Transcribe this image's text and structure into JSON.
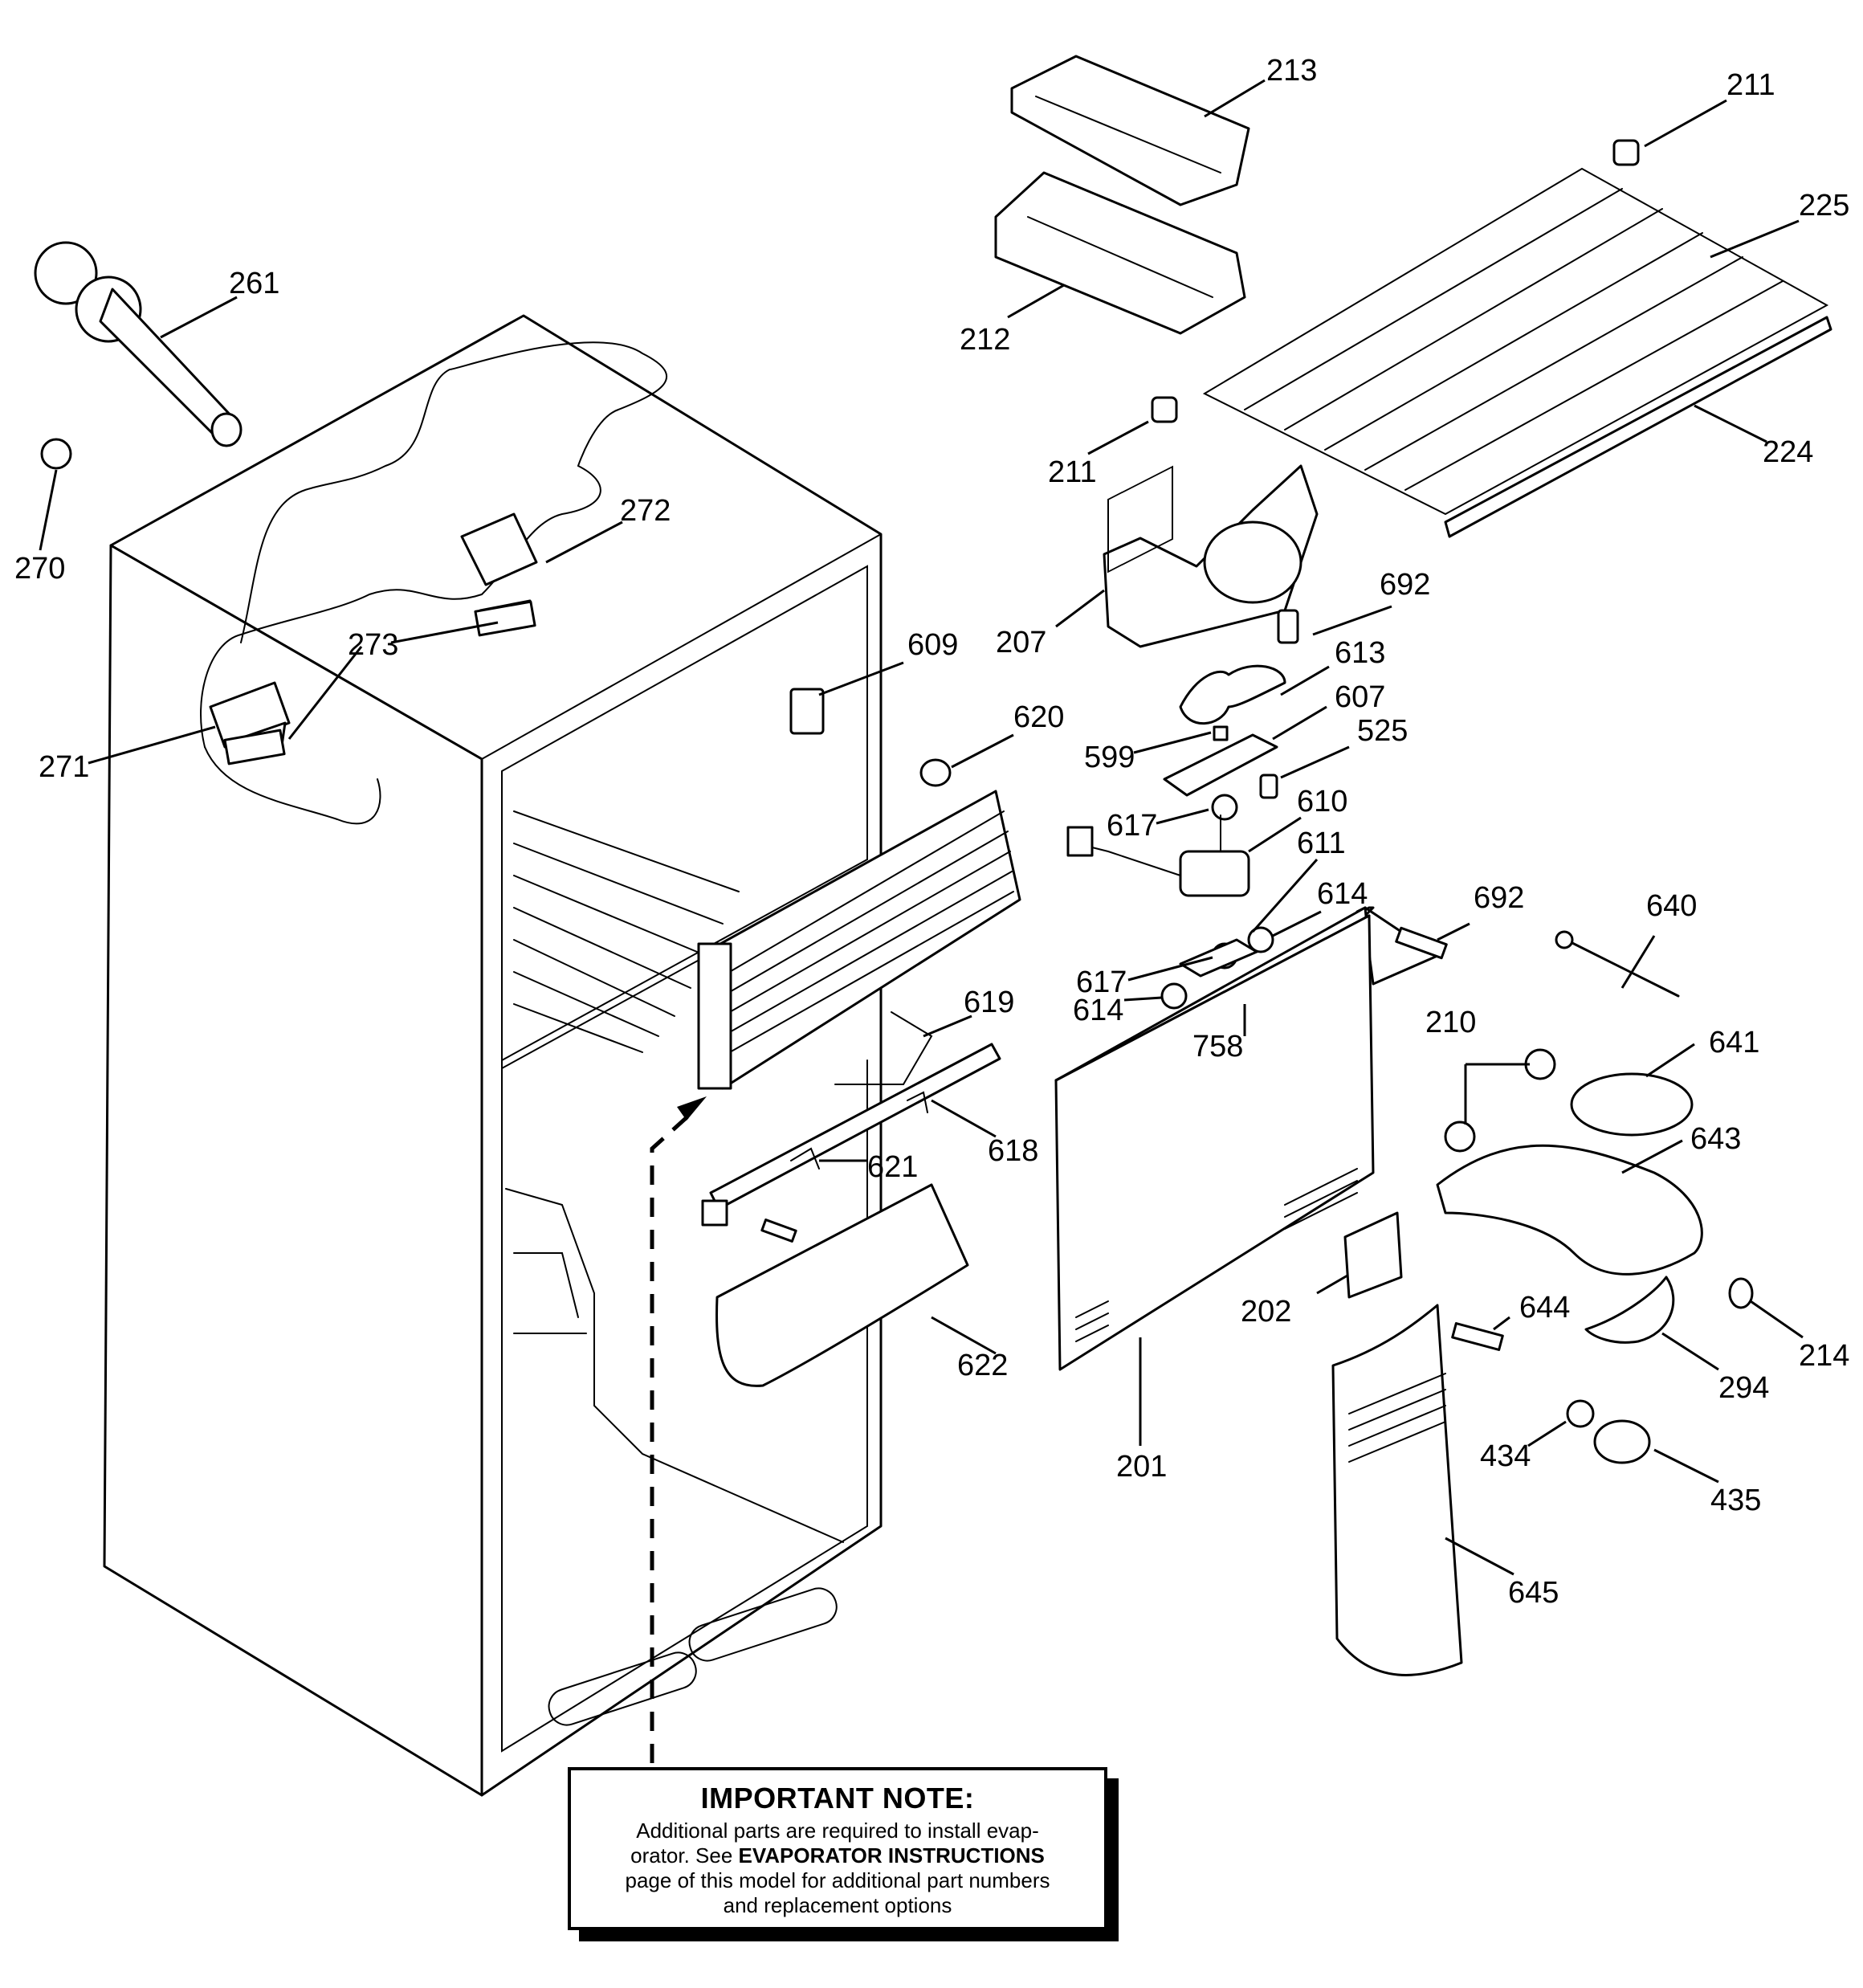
{
  "callouts": [
    {
      "id": "c213",
      "label": "213"
    },
    {
      "id": "c211a",
      "label": "211"
    },
    {
      "id": "c225",
      "label": "225"
    },
    {
      "id": "c212",
      "label": "212"
    },
    {
      "id": "c261",
      "label": "261"
    },
    {
      "id": "c211b",
      "label": "211"
    },
    {
      "id": "c224",
      "label": "224"
    },
    {
      "id": "c270",
      "label": "270"
    },
    {
      "id": "c272",
      "label": "272"
    },
    {
      "id": "c273",
      "label": "273"
    },
    {
      "id": "c271",
      "label": "271"
    },
    {
      "id": "c207",
      "label": "207"
    },
    {
      "id": "c692a",
      "label": "692"
    },
    {
      "id": "c609",
      "label": "609"
    },
    {
      "id": "c613",
      "label": "613"
    },
    {
      "id": "c607",
      "label": "607"
    },
    {
      "id": "c620",
      "label": "620"
    },
    {
      "id": "c599",
      "label": "599"
    },
    {
      "id": "c525",
      "label": "525"
    },
    {
      "id": "c617a",
      "label": "617"
    },
    {
      "id": "c610",
      "label": "610"
    },
    {
      "id": "c611",
      "label": "611"
    },
    {
      "id": "c614a",
      "label": "614"
    },
    {
      "id": "c692b",
      "label": "692"
    },
    {
      "id": "c640",
      "label": "640"
    },
    {
      "id": "c617b",
      "label": "617"
    },
    {
      "id": "c614b",
      "label": "614"
    },
    {
      "id": "c758",
      "label": "758"
    },
    {
      "id": "c619",
      "label": "619"
    },
    {
      "id": "c210",
      "label": "210"
    },
    {
      "id": "c641",
      "label": "641"
    },
    {
      "id": "c618",
      "label": "618"
    },
    {
      "id": "c621",
      "label": "621"
    },
    {
      "id": "c643",
      "label": "643"
    },
    {
      "id": "c622",
      "label": "622"
    },
    {
      "id": "c202",
      "label": "202"
    },
    {
      "id": "c644",
      "label": "644"
    },
    {
      "id": "c214",
      "label": "214"
    },
    {
      "id": "c294",
      "label": "294"
    },
    {
      "id": "c201",
      "label": "201"
    },
    {
      "id": "c434",
      "label": "434"
    },
    {
      "id": "c435",
      "label": "435"
    },
    {
      "id": "c645",
      "label": "645"
    }
  ],
  "note": {
    "title": "IMPORTANT NOTE:",
    "line1": "Additional parts are required to install evap-",
    "line2_pre": "orator.  See ",
    "line2_bold": "EVAPORATOR INSTRUCTIONS",
    "line3": "page of this model for additional part numbers",
    "line4": "and replacement options"
  }
}
